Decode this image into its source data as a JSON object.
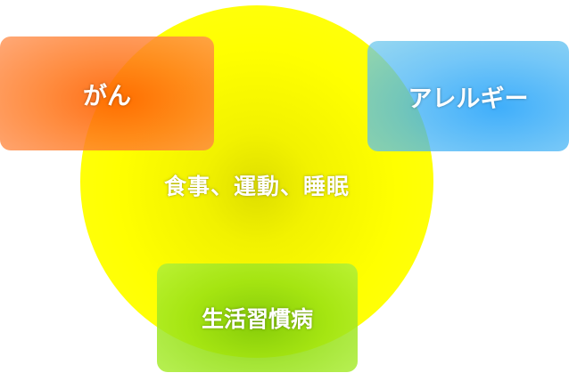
{
  "center": {
    "label": "食事、運動、睡眠",
    "color": "#ffff00"
  },
  "boxes": {
    "cancer": {
      "label": "がん",
      "color": "#ff6600"
    },
    "allergy": {
      "label": "アレルギー",
      "color": "#1ea0fa"
    },
    "lifestyle": {
      "label": "生活習慣病",
      "color": "#8cd20a"
    }
  }
}
